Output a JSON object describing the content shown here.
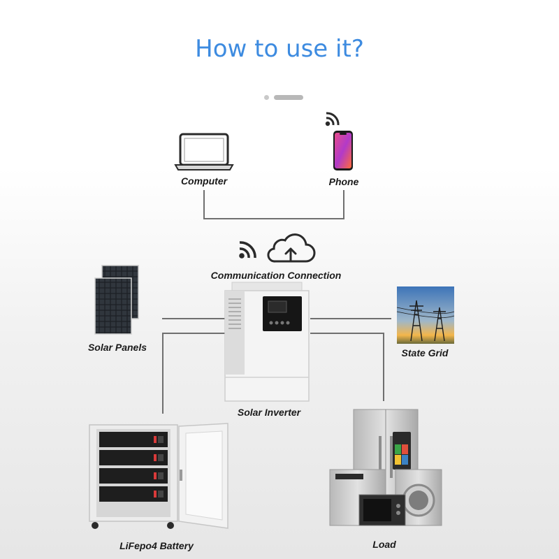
{
  "title": "How to use it?",
  "nodes": {
    "computer": "Computer",
    "phone": "Phone",
    "communication": "Communication Connection",
    "solar_panels": "Solar Panels",
    "state_grid": "State Grid",
    "inverter": "Solar Inverter",
    "battery": "LiFepo4 Battery",
    "load": "Load"
  },
  "colors": {
    "title": "#3d8be0",
    "connector": "#6f6f6f",
    "icon_stroke": "#2a2a2a"
  },
  "icons": [
    "laptop-icon",
    "phone-icon",
    "wifi-icon",
    "cloud-upload-icon"
  ]
}
